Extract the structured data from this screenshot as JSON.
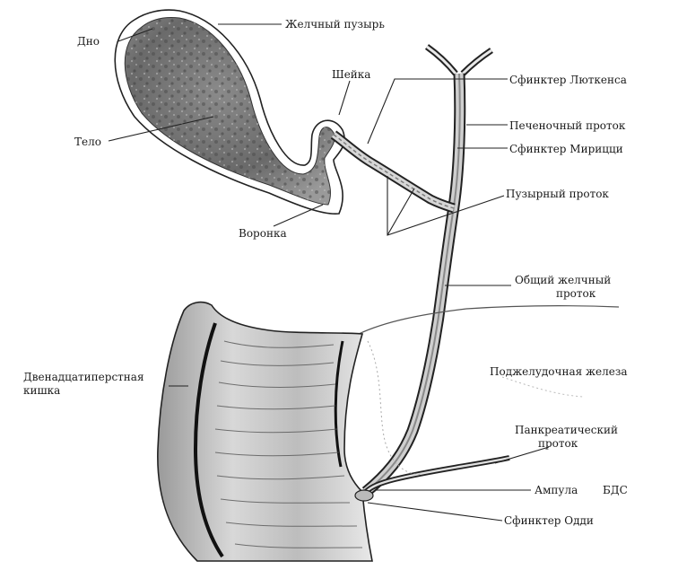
{
  "labels": {
    "gallbladder": "Желчный пузырь",
    "fundus": "Дно",
    "body": "Тело",
    "neck": "Шейка",
    "infundibulum": "Воронка",
    "lutkens_sphincter": "Сфинктер Люткенса",
    "hepatic_duct": "Печеночный проток",
    "mirizzi_sphincter": "Сфинктер Мирицци",
    "cystic_duct": "Пузырный проток",
    "common_bile_duct_1": "Общий желчный",
    "common_bile_duct_2": "проток",
    "pancreas": "Поджелудочная железа",
    "duodenum_1": "Двенадцатиперстная",
    "duodenum_2": "кишка",
    "pancreatic_duct_1": "Панкреатический",
    "pancreatic_duct_2": "проток",
    "ampulla": "Ампула",
    "bds": "БДС",
    "oddi_sphincter": "Сфинктер Одди"
  }
}
